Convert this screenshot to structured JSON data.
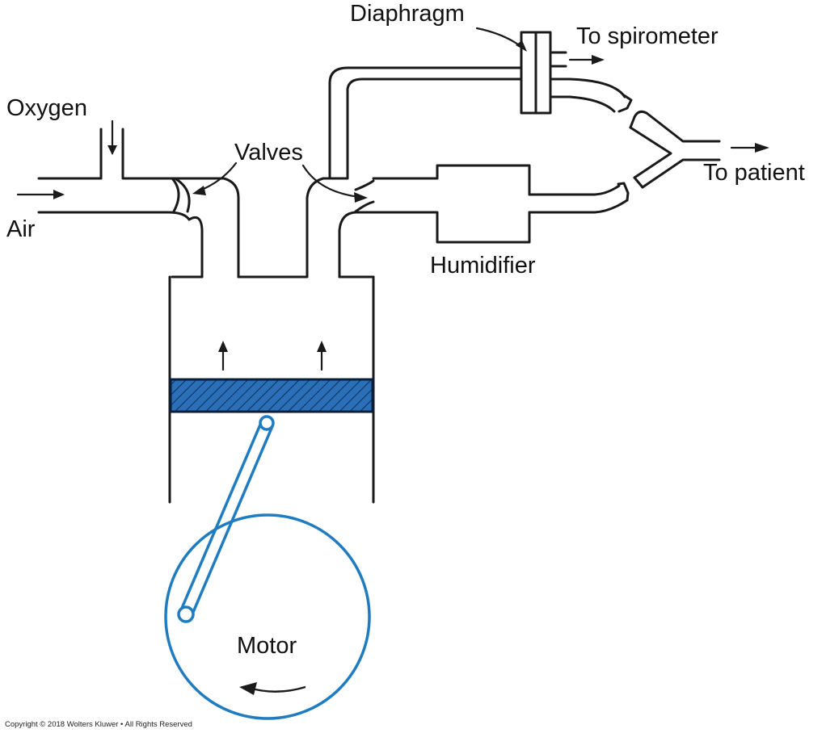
{
  "labels": {
    "oxygen": "Oxygen",
    "air": "Air",
    "valves": "Valves",
    "diaphragm": "Diaphragm",
    "to_spirometer": "To spirometer",
    "to_patient": "To patient",
    "humidifier": "Humidifier",
    "motor": "Motor"
  },
  "copyright": "Copyright © 2018 Wolters Kluwer • All Rights Reserved",
  "colors": {
    "line": "#1a1a1a",
    "motor_blue": "#1f7cc1",
    "piston_fill": "#2a6fb8"
  }
}
